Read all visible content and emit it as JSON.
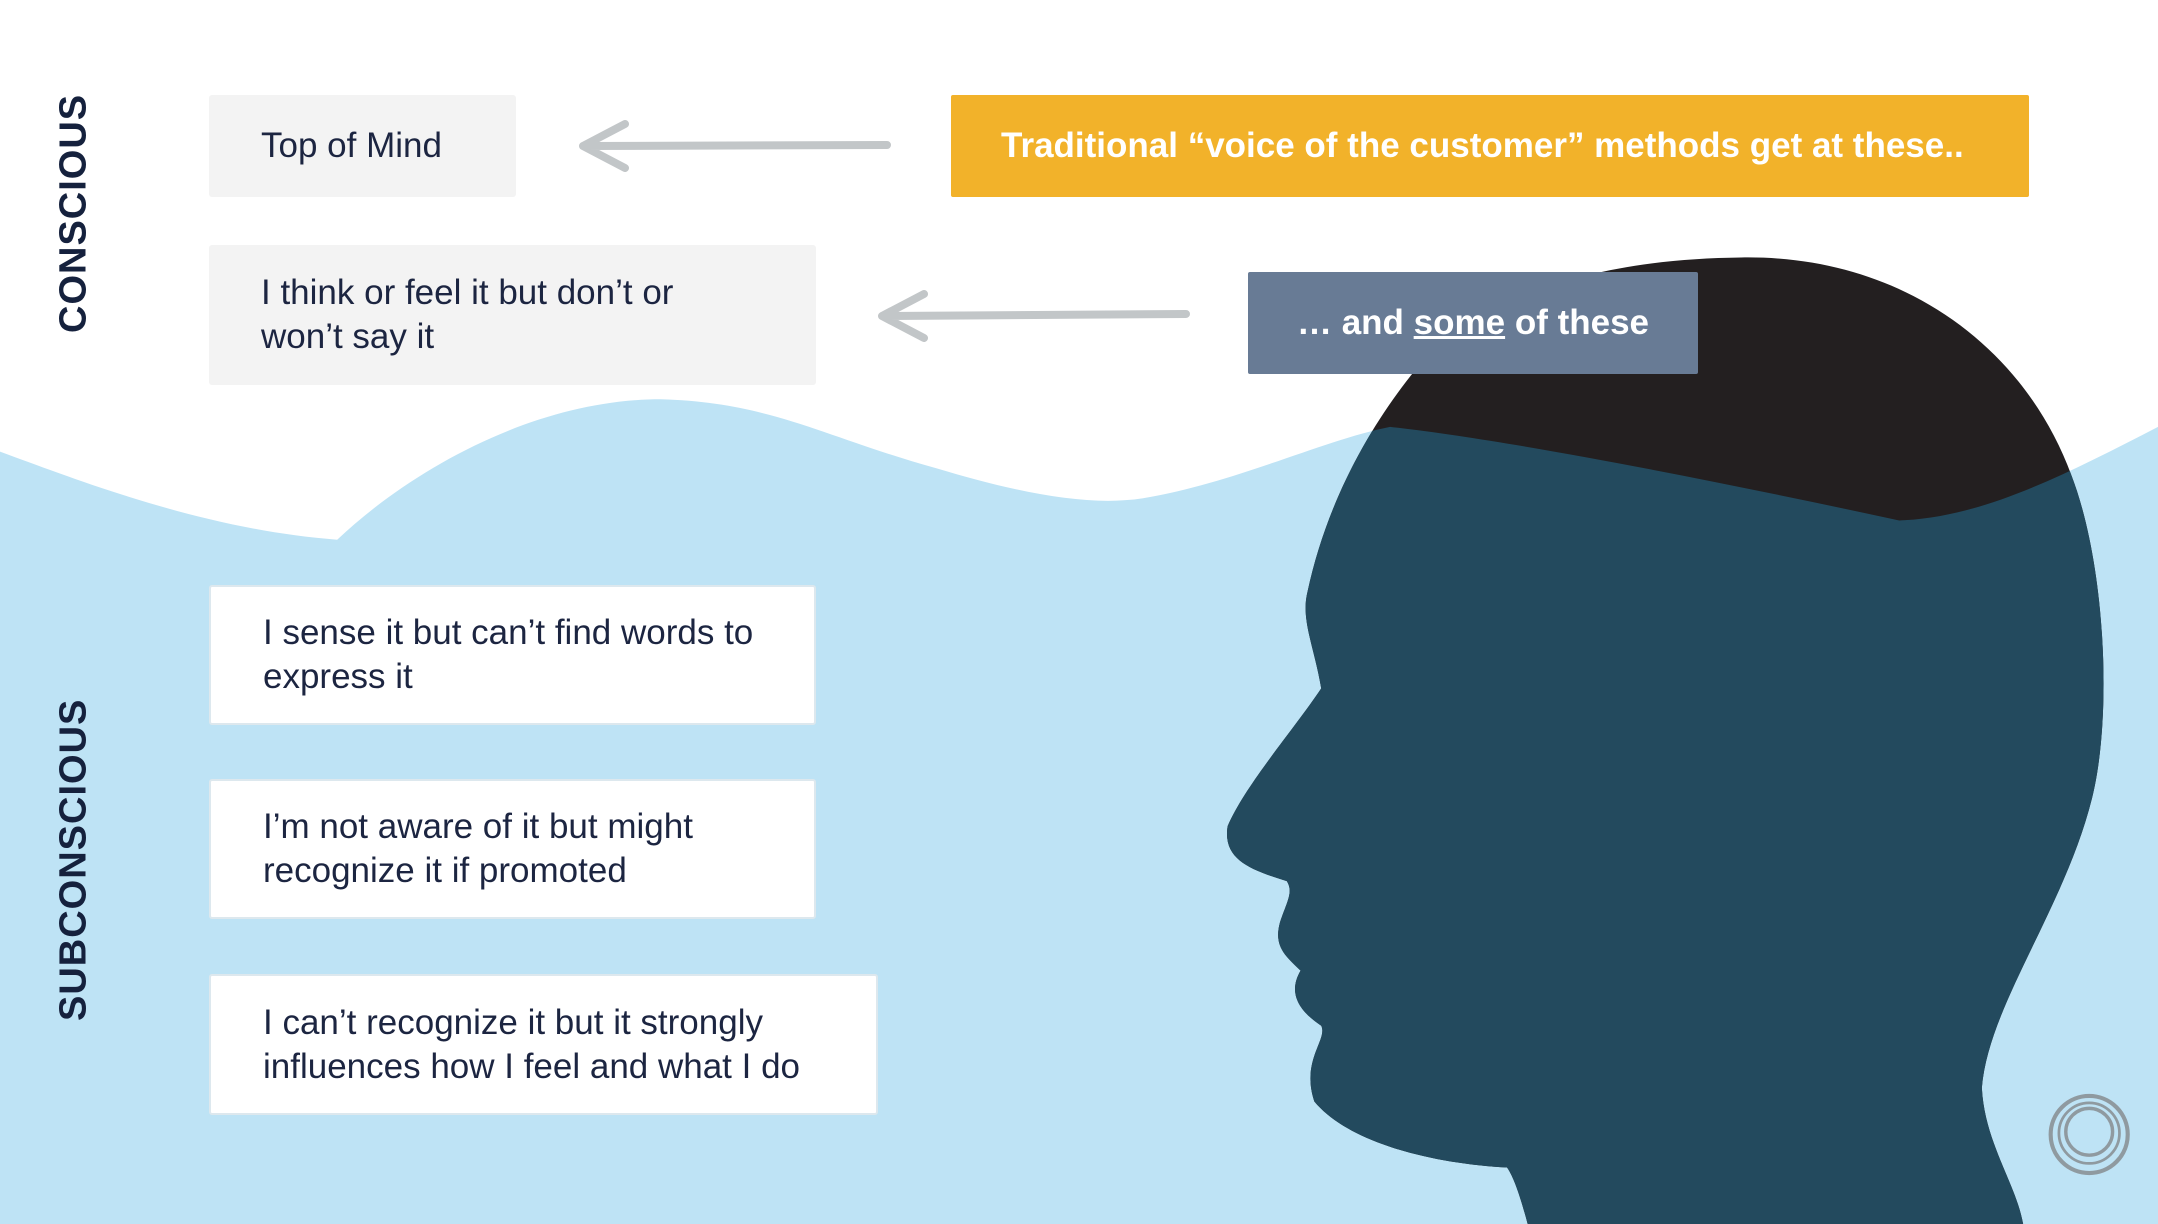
{
  "labels": {
    "conscious": "CONSCIOUS",
    "subconscious": "SUBCONSCIOUS"
  },
  "levels": [
    {
      "text": "Top of Mind"
    },
    {
      "text": "I think or feel it but don’t or won’t say it"
    },
    {
      "text": "I sense it but can’t find words to express it"
    },
    {
      "text": "I’m not aware of it but might recognize it if promoted"
    },
    {
      "text": "I can’t recognize it but it strongly influences how I feel and what I do"
    }
  ],
  "callouts": {
    "traditional": "Traditional “voice of the customer” methods get at these..",
    "some_prefix": "… and ",
    "some_emphasis": "some",
    "some_suffix": " of these"
  },
  "colors": {
    "orange": "#f2b22a",
    "slate": "#687b95",
    "water": "#bee3f5",
    "head_submerged": "#234a5e",
    "head_top": "#231f20",
    "text": "#1c2541"
  }
}
